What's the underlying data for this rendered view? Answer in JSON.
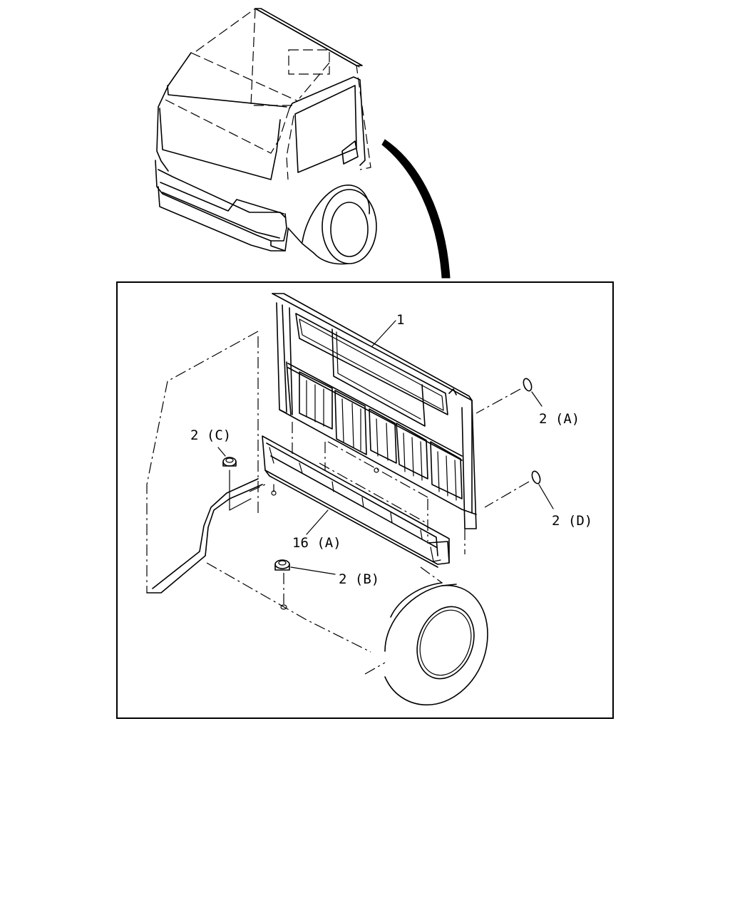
{
  "callouts": {
    "part_1": "1",
    "part_2A": "2 (A)",
    "part_2B": "2 (B)",
    "part_2C": "2 (C)",
    "part_2D": "2 (D)",
    "part_16A": "16 (A)"
  },
  "colors": {
    "line": "#000000",
    "background": "#ffffff"
  }
}
